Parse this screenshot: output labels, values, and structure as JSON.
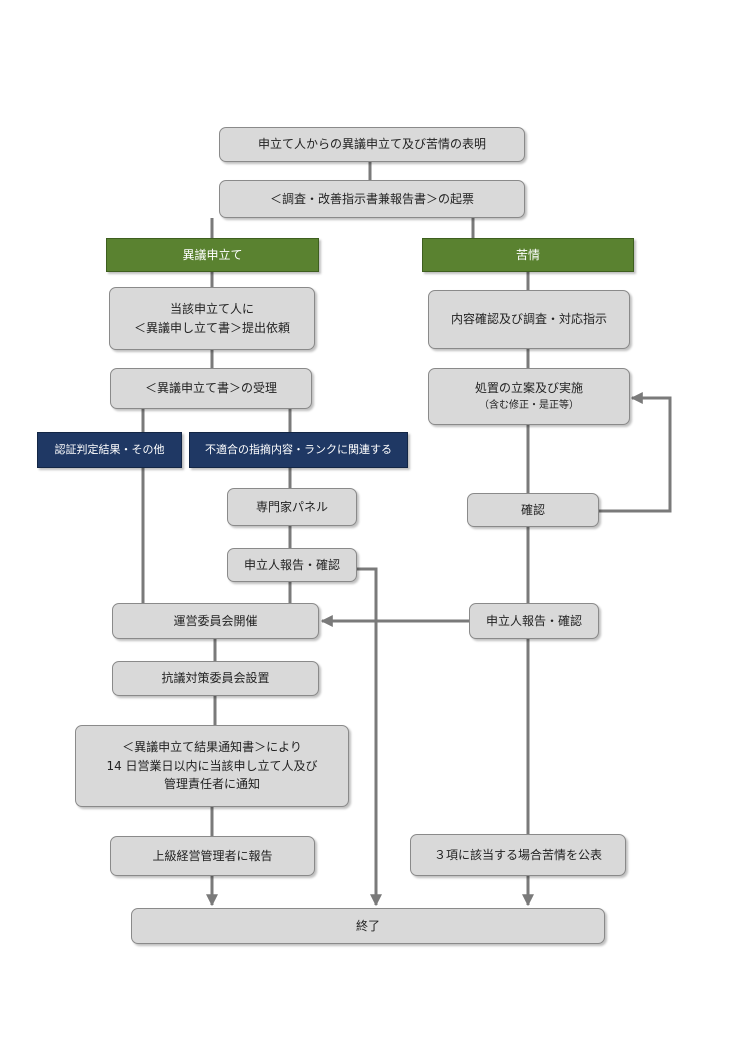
{
  "nodes": {
    "statement": "申立て人からの異議申立て及び苦情の表明",
    "report_draft": "＜調査・改善指示書兼報告書＞の起票",
    "objection": "異議申立て",
    "complaint": "苦情",
    "request_line1": "当該申立て人に",
    "request_line2": "＜異議申し立て書＞提出依頼",
    "acceptance": "＜異議申立て書＞の受理",
    "cert_other": "認証判定結果・その他",
    "nonconformity": "不適合の指摘内容・ランクに関連する",
    "expert_panel": "専門家パネル",
    "report_left": "申立人報告・確認",
    "steering": "運営委員会開催",
    "countermeasure": "抗議対策委員会設置",
    "notify_line1": "＜異議申立て結果通知書＞により",
    "notify_line2": "14 日営業日以内に当該申し立て人及び",
    "notify_line3": "管理責任者に通知",
    "senior_report": "上級経営管理者に報告",
    "content_check": "内容確認及び調査・対応指示",
    "plan_line1": "処置の立案及び実施",
    "plan_line2": "（含む修正・是正等）",
    "confirm": "確認",
    "report_right": "申立人報告・確認",
    "publish": "３項に該当する場合苦情を公表",
    "end": "終了"
  },
  "colors": {
    "box_fill": "#d9d9d9",
    "box_border": "#8a8a8a",
    "branch_green": "#5a8230",
    "category_navy": "#1f3864",
    "connector": "#7a7a7a"
  }
}
